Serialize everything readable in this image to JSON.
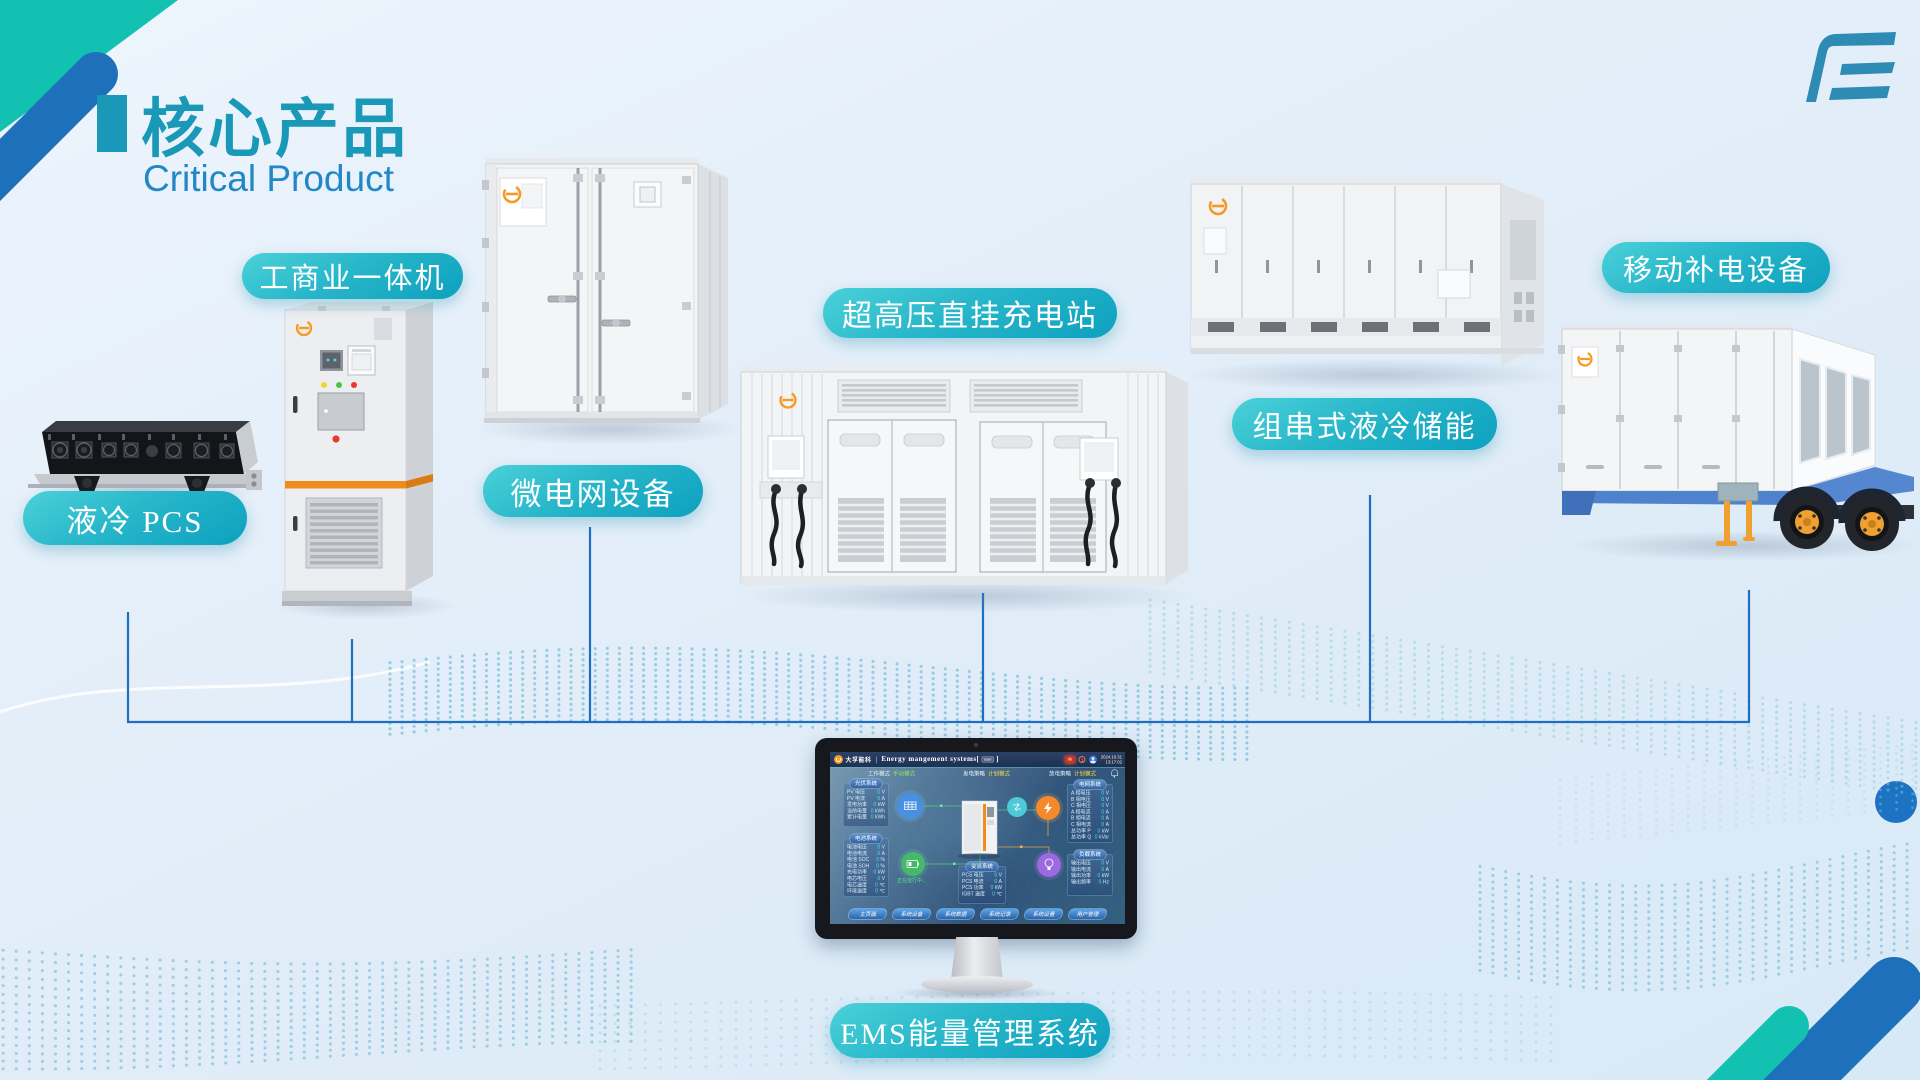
{
  "slide": {
    "title": "核心产品",
    "subtitle": "Critical Product"
  },
  "labels": {
    "pcs": "液冷 PCS",
    "allinone": "工商业一体机",
    "microgrid": "微电网设备",
    "charging": "超高压直挂充电站",
    "storage": "组串式液冷储能",
    "mobile": "移动补电设备",
    "ems": "EMS能量管理系统"
  },
  "ems_screen": {
    "brand": "大孚能科",
    "title": "Energy mangement systems",
    "bracket_open": "[",
    "tag": "user",
    "bracket_close": "]",
    "date": "2024.10.31",
    "time": "13:17:02",
    "alarm_badge": "1",
    "modes": [
      {
        "label": "工作模式",
        "value": "手动模式"
      },
      {
        "label": "发电策略",
        "value": "计划模式"
      },
      {
        "label": "放电策略",
        "value": "计划模式"
      }
    ],
    "status_text": "正在运行中...",
    "panels": {
      "pv": {
        "title": "光伏系统",
        "rows": [
          {
            "label": "PV 电压",
            "value": "0",
            "unit": "V"
          },
          {
            "label": "PV 电流",
            "value": "0",
            "unit": "A"
          },
          {
            "label": "发电功率",
            "value": "0",
            "unit": "kW"
          },
          {
            "label": "当前电量",
            "value": "0",
            "unit": "kWh"
          },
          {
            "label": "累计电量",
            "value": "0",
            "unit": "kWh"
          }
        ]
      },
      "battery": {
        "title": "电池系统",
        "rows": [
          {
            "label": "电池电压",
            "value": "0",
            "unit": "V"
          },
          {
            "label": "电池电流",
            "value": "0",
            "unit": "A"
          },
          {
            "label": "电池 SOC",
            "value": "0",
            "unit": "%"
          },
          {
            "label": "电池 SOH",
            "value": "0",
            "unit": "%"
          },
          {
            "label": "充电功率",
            "value": "0",
            "unit": "kW"
          },
          {
            "label": "电芯电压",
            "value": "0",
            "unit": "V"
          },
          {
            "label": "电芯温度",
            "value": "0",
            "unit": "℃"
          },
          {
            "label": "环境温度",
            "value": "0",
            "unit": "℃"
          }
        ]
      },
      "grid": {
        "title": "电网系统",
        "rows": [
          {
            "label": "A 相电压",
            "value": "0",
            "unit": "V"
          },
          {
            "label": "B 相电压",
            "value": "0",
            "unit": "V"
          },
          {
            "label": "C 相电压",
            "value": "0",
            "unit": "V"
          },
          {
            "label": "A 相电流",
            "value": "0",
            "unit": "A"
          },
          {
            "label": "B 相电流",
            "value": "0",
            "unit": "A"
          },
          {
            "label": "C 相电流",
            "value": "0",
            "unit": "A"
          },
          {
            "label": "总功率 P",
            "value": "0",
            "unit": "kW"
          },
          {
            "label": "总功率 Q",
            "value": "0",
            "unit": "kVar"
          }
        ]
      },
      "load": {
        "title": "负载系统",
        "rows": [
          {
            "label": "输出电压",
            "value": "0",
            "unit": "V"
          },
          {
            "label": "输出电流",
            "value": "0",
            "unit": "A"
          },
          {
            "label": "输出功率",
            "value": "0",
            "unit": "kW"
          },
          {
            "label": "输出频率",
            "value": "0",
            "unit": "Hz"
          }
        ]
      },
      "converter": {
        "title": "变流系统",
        "rows": [
          {
            "label": "PCS 电压",
            "value": "0",
            "unit": "V"
          },
          {
            "label": "PCS 电流",
            "value": "0",
            "unit": "A"
          },
          {
            "label": "PCS 功率",
            "value": "0",
            "unit": "kW"
          },
          {
            "label": "IGBT 温度",
            "value": "0",
            "unit": "℃"
          }
        ]
      }
    },
    "buttons": [
      "主页面",
      "系统设备",
      "系统数据",
      "系统记录",
      "系统设置",
      "用户管理"
    ]
  }
}
